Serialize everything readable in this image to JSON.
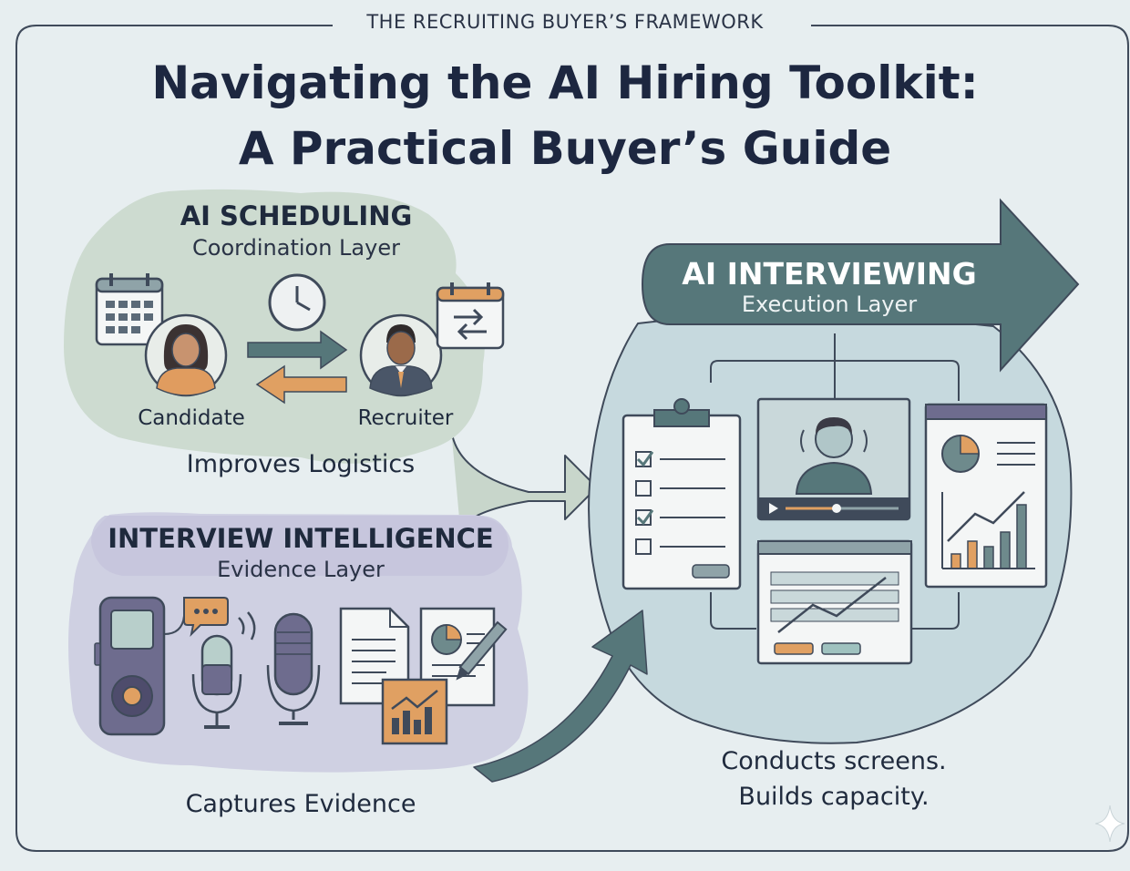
{
  "header": {
    "framework_label": "THE RECRUITING BUYER’S FRAMEWORK",
    "title_line1": "Navigating the AI Hiring Toolkit:",
    "title_line2": "A Practical Buyer’s Guide"
  },
  "scheduling": {
    "heading": "AI SCHEDULING",
    "subheading": "Coordination Layer",
    "candidate_label": "Candidate",
    "recruiter_label": "Recruiter",
    "outcome": "Improves Logistics"
  },
  "intelligence": {
    "heading": "INTERVIEW INTELLIGENCE",
    "subheading": "Evidence Layer",
    "outcome": "Captures Evidence"
  },
  "interviewing": {
    "heading": "AI INTERVIEWING",
    "subheading": "Execution Layer",
    "outcome_line1": "Conducts screens.",
    "outcome_line2": "Builds capacity."
  },
  "colors": {
    "background": "#e7eef0",
    "scheduling_blob": "#cddbd0",
    "intelligence_blob": "#cfd0e2",
    "interviewing_blob": "#c6d9de",
    "arrow_teal": "#56777a",
    "accent_orange": "#e0a062",
    "purple": "#6e6c8e"
  },
  "icons": [
    "calendar-icon",
    "clock-icon",
    "candidate-avatar-icon",
    "recruiter-avatar-icon",
    "reschedule-calendar-icon",
    "voice-recorder-icon",
    "chat-bubble-icon",
    "microphone-icon",
    "document-icon",
    "chart-report-icon",
    "pencil-icon",
    "clipboard-checklist-icon",
    "video-interview-icon",
    "analytics-dashboard-icon",
    "data-table-icon"
  ]
}
